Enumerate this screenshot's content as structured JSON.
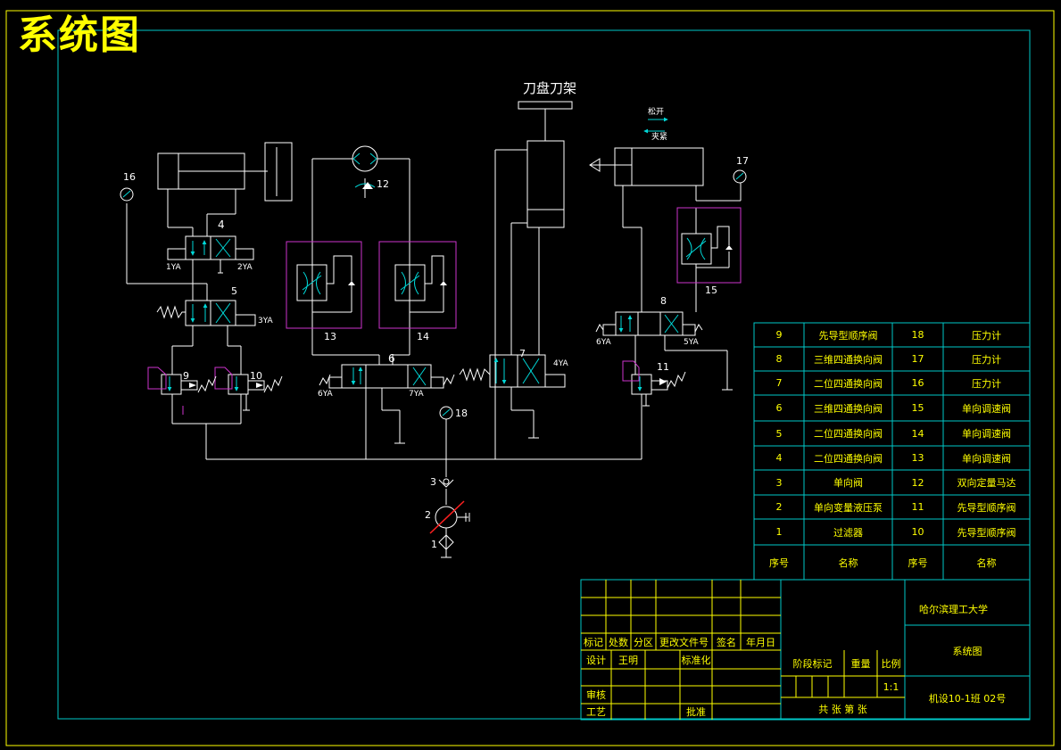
{
  "drawing": {
    "title": "系统图",
    "tool_holder_label": "刀盘刀架",
    "clamp_open_label": "松开",
    "clamp_close_label": "夹紧"
  },
  "components": {
    "n1": "1",
    "n2": "2",
    "n3": "3",
    "n4": "4",
    "n5": "5",
    "n6": "6",
    "n7": "7",
    "n8": "8",
    "n9": "9",
    "n10": "10",
    "n11": "11",
    "n12": "12",
    "n13": "13",
    "n14": "14",
    "n15": "15",
    "n16": "16",
    "n17": "17",
    "n18": "18",
    "s1": "1YA",
    "s2": "2YA",
    "s3": "3YA",
    "s4": "4YA",
    "s5": "5YA",
    "s6": "6YA",
    "s7": "7YA",
    "s6b": "6YA"
  },
  "parts_table": {
    "rows": [
      {
        "no1": "9",
        "name1": "先导型顺序阀",
        "no2": "18",
        "name2": "压力计"
      },
      {
        "no1": "8",
        "name1": "三维四通换向阀",
        "no2": "17",
        "name2": "压力计"
      },
      {
        "no1": "7",
        "name1": "二位四通换向阀",
        "no2": "16",
        "name2": "压力计"
      },
      {
        "no1": "6",
        "name1": "三维四通换向阀",
        "no2": "15",
        "name2": "单向调速阀"
      },
      {
        "no1": "5",
        "name1": "二位四通换向阀",
        "no2": "14",
        "name2": "单向调速阀"
      },
      {
        "no1": "4",
        "name1": "二位四通换向阀",
        "no2": "13",
        "name2": "单向调速阀"
      },
      {
        "no1": "3",
        "name1": "单向阀",
        "no2": "12",
        "name2": "双向定量马达"
      },
      {
        "no1": "2",
        "name1": "单向变量液压泵",
        "no2": "11",
        "name2": "先导型顺序阀"
      },
      {
        "no1": "1",
        "name1": "过滤器",
        "no2": "10",
        "name2": "先导型顺序阀"
      }
    ],
    "header": {
      "no1": "序号",
      "name1": "名称",
      "no2": "序号",
      "name2": "名称"
    }
  },
  "title_block": {
    "mark": "标记",
    "count": "处数",
    "zone": "分区",
    "change_doc": "更改文件号",
    "sign": "签名",
    "date": "年月日",
    "design": "设计",
    "designer": "王明",
    "standard": "标准化",
    "stage_mark": "阶段标记",
    "weight": "重量",
    "scale_label": "比例",
    "scale": "1:1",
    "review": "审核",
    "process": "工艺",
    "approve": "批准",
    "sheets": "共  张    第  张",
    "school": "哈尔滨理工大学",
    "drawing_name": "系统图",
    "drawing_no": "机设10-1班   02号"
  }
}
